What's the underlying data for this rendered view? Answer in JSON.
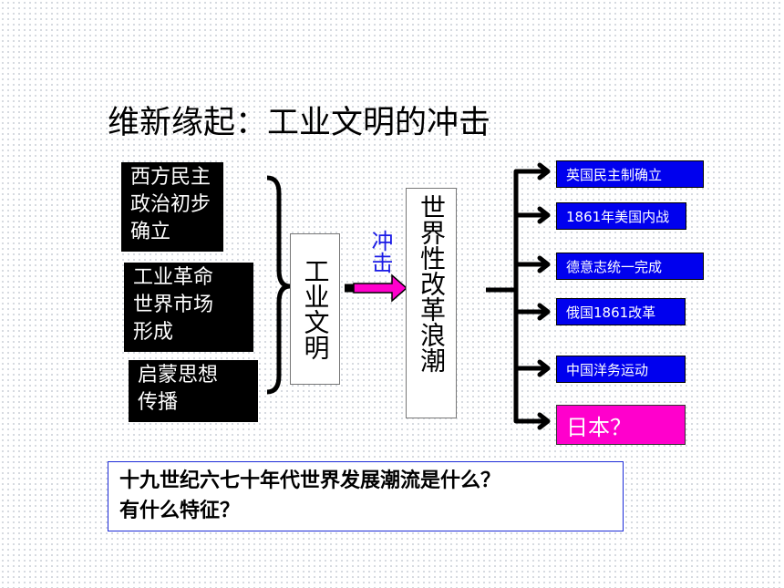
{
  "title": "维新缘起：工业文明的冲击",
  "causes": [
    "西方民主\n政治初步\n确立",
    "工业革命\n世界市场\n形成",
    "启蒙思想\n传播"
  ],
  "center": "工业文明",
  "impact": "冲击",
  "wave": "世界性改革浪潮",
  "results": [
    "英国民主制确立",
    "1861年美国内战",
    "德意志统一完成",
    "俄国1861改革",
    "中国洋务运动",
    "日本？"
  ],
  "question": "十九世纪六七十年代世界发展潮流是什么？\n有什么特征？",
  "colors": {
    "cause_box": "#000000",
    "result_box": "#0000ee",
    "japan_box": "#ff00cc",
    "arrow": "#ff00cc",
    "impact_text": "#1a1ae6",
    "question_border": "#1c2bd8"
  }
}
